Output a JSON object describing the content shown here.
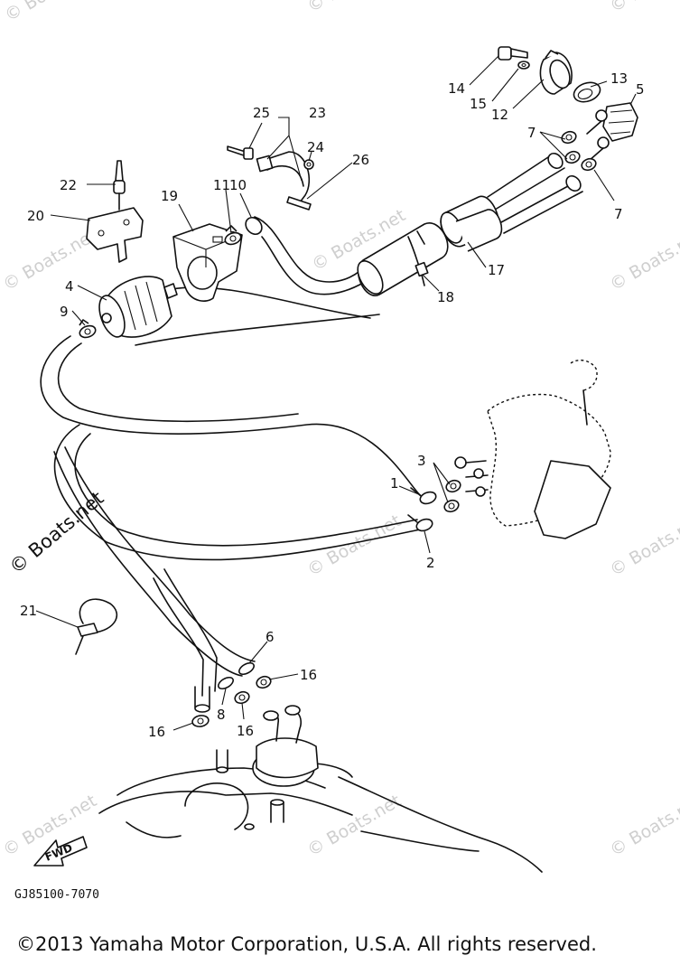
{
  "watermark": "© Boats.net",
  "diagram_code": "GJ85100-7070",
  "fwd_label": "FWD",
  "copyright": "©2013 Yamaha Motor Corporation, U.S.A. All rights reserved.",
  "labels": {
    "n1": "1",
    "n2": "2",
    "n3": "3",
    "n4": "4",
    "n5": "5",
    "n6": "6",
    "n7a": "7",
    "n7b": "7",
    "n8": "8",
    "n9": "9",
    "n10": "10",
    "n11": "11",
    "n12": "12",
    "n13": "13",
    "n14": "14",
    "n15": "15",
    "n16a": "16",
    "n16b": "16",
    "n16c": "16",
    "n17": "17",
    "n18": "18",
    "n19": "19",
    "n20": "20",
    "n21": "21",
    "n22": "22",
    "n23": "23",
    "n24": "24",
    "n25": "25",
    "n26": "26"
  }
}
